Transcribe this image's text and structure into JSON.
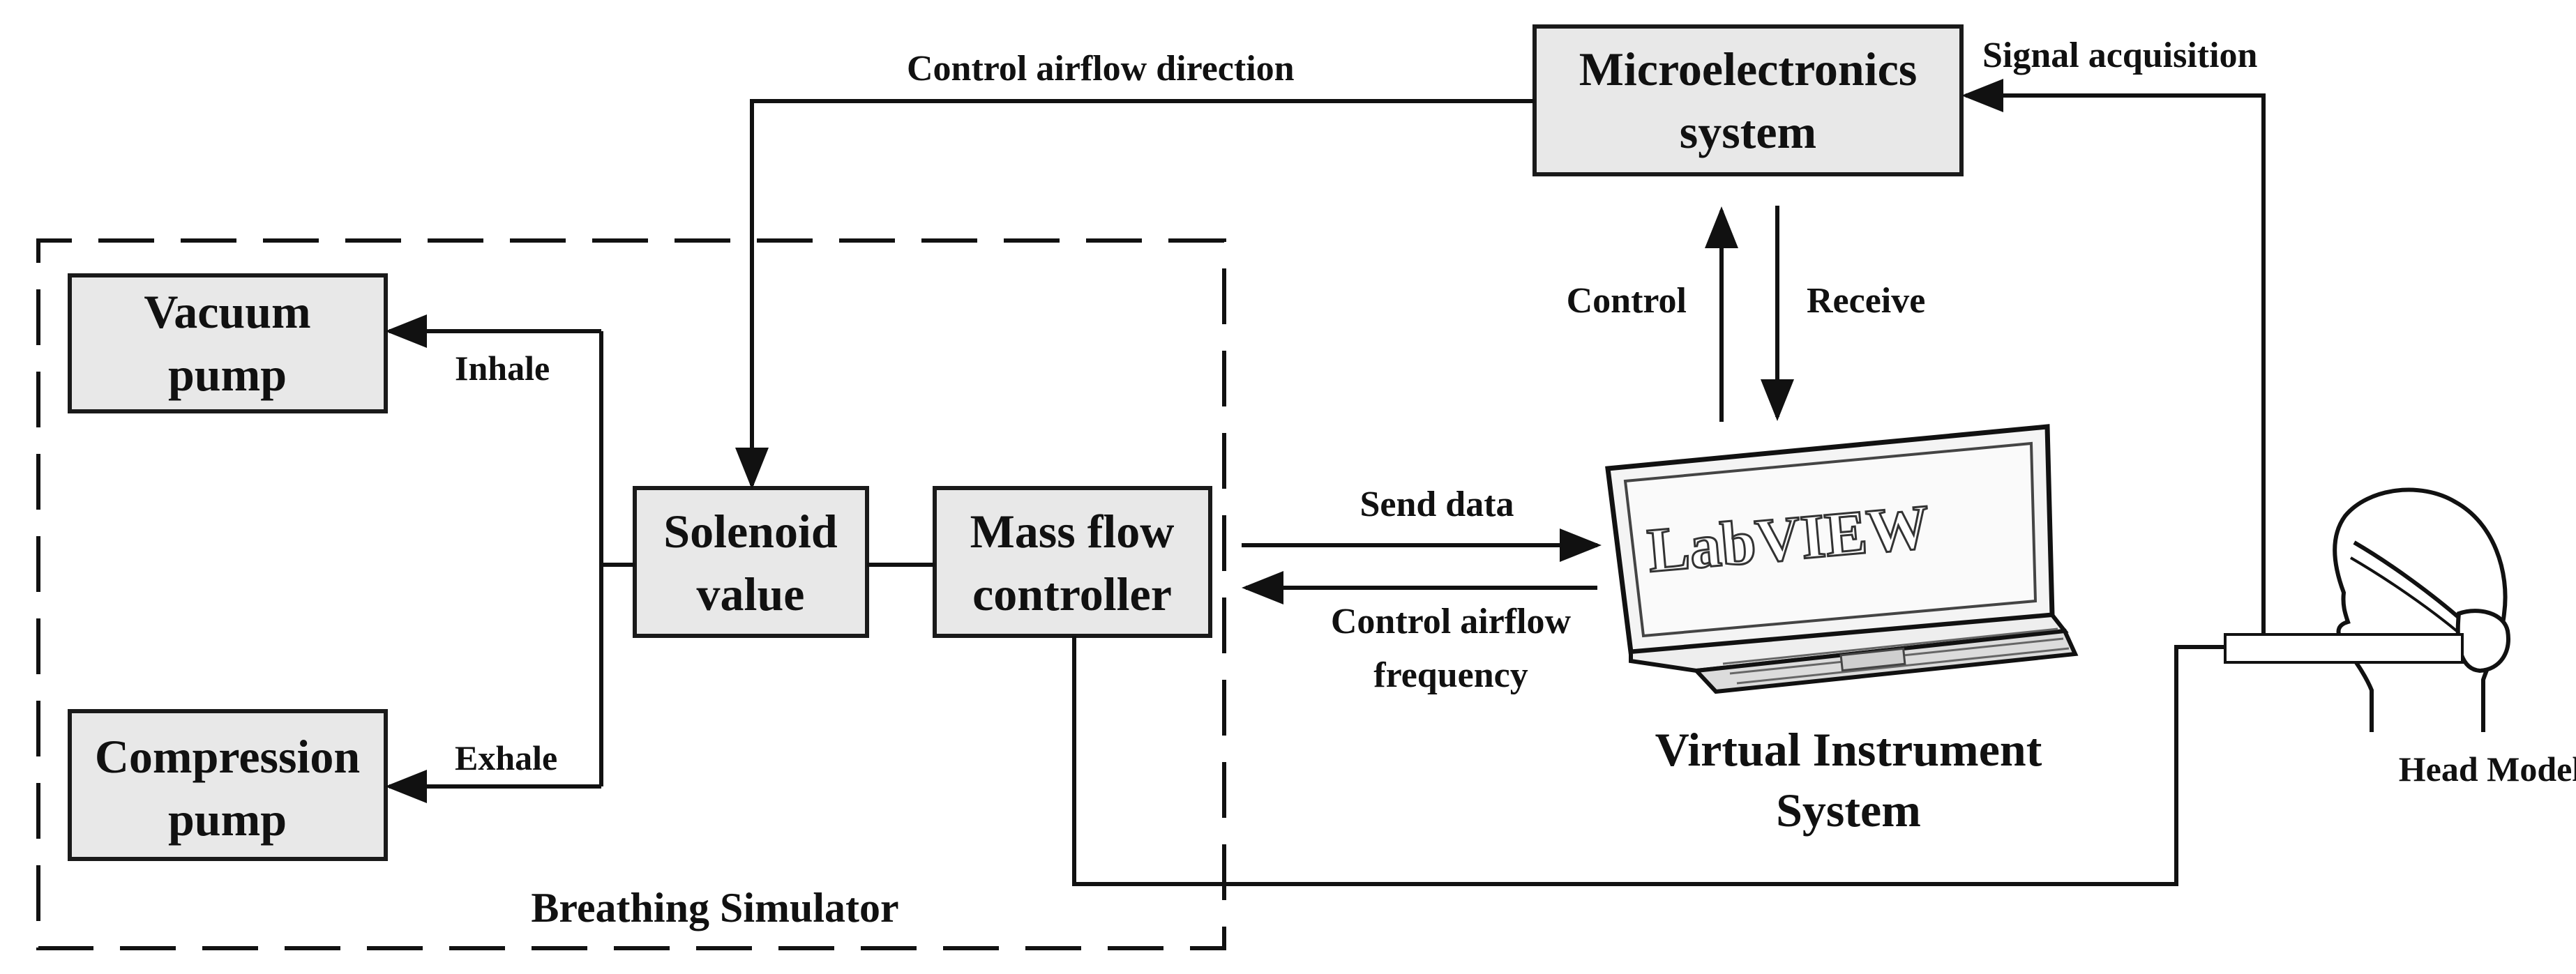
{
  "nodes": {
    "microelectronics": {
      "line1": "Microelectronics",
      "line2": "system"
    },
    "vacuum_pump": {
      "line1": "Vacuum",
      "line2": "pump"
    },
    "compression_pump": {
      "line1": "Compression",
      "line2": "pump"
    },
    "solenoid": {
      "line1": "Solenoid",
      "line2": "value"
    },
    "mass_flow": {
      "line1": "Mass flow",
      "line2": "controller"
    },
    "virtual_instrument": {
      "line1": "Virtual Instrument",
      "line2": "System",
      "screen_text": "LabVIEW"
    },
    "head_model": {
      "label": "Head Model"
    }
  },
  "groups": {
    "breathing_simulator": "Breathing Simulator"
  },
  "edges": {
    "control_airflow_direction": "Control airflow direction",
    "signal_acquisition": "Signal acquisition",
    "control": "Control",
    "receive": "Receive",
    "inhale": "Inhale",
    "exhale": "Exhale",
    "send_data": "Send data",
    "control_airflow_frequency_1": "Control airflow",
    "control_airflow_frequency_2": "frequency"
  }
}
